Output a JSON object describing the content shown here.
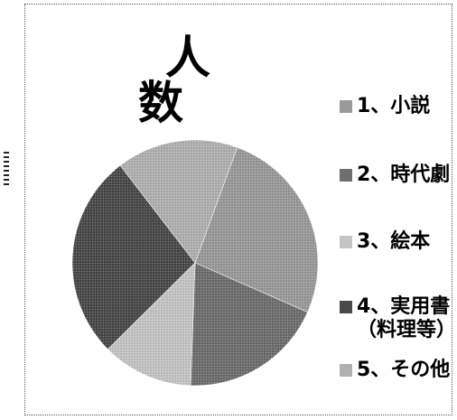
{
  "chart_data": {
    "type": "pie",
    "title": "人　数",
    "categories": [
      "1、小説",
      "2、時代劇",
      "3、絵本",
      "4、実用書\n（料理等）",
      "5、その他"
    ],
    "values": [
      26,
      19,
      12,
      27,
      16
    ],
    "colors": [
      "#9a9a9a",
      "#6e6e6e",
      "#c4c4c4",
      "#4a4a4a",
      "#b0b0b0"
    ],
    "legend_position": "right",
    "grid": false
  }
}
